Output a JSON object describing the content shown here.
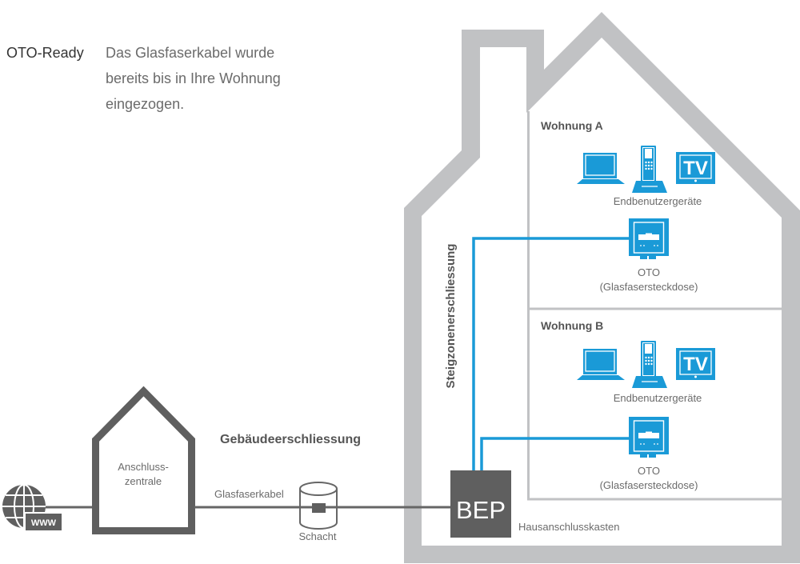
{
  "intro": {
    "term": "OTO-Ready",
    "description_lines": [
      "Das Glasfaserkabel wurde",
      "bereits bis in Ihre Wohnung",
      "eingezogen."
    ]
  },
  "outside": {
    "internet": {
      "icon": "globe-icon",
      "badge": "WWW"
    },
    "exchange": {
      "icon": "building-icon",
      "label_lines": [
        "Anschluss-",
        "zentrale"
      ]
    },
    "section_label": "Gebäudeerschliessung",
    "cable_label": "Glasfaserkabel",
    "manhole": {
      "icon": "manhole-icon",
      "label": "Schacht"
    }
  },
  "building": {
    "riser_label": "Steigzonenerschliessung",
    "bep": {
      "label": "BEP",
      "caption": "Hausanschlusskasten"
    },
    "apartments": [
      {
        "name": "Wohnung A",
        "devices": [
          "laptop-icon",
          "cordless-phone-icon",
          "tv-icon"
        ],
        "tv_label": "TV",
        "devices_label": "Endbenutzergeräte",
        "oto": {
          "icon": "oto-socket-icon",
          "label": "OTO",
          "sublabel": "(Glasfasersteckdose)"
        }
      },
      {
        "name": "Wohnung B",
        "devices": [
          "laptop-icon",
          "cordless-phone-icon",
          "tv-icon"
        ],
        "tv_label": "TV",
        "devices_label": "Endbenutzergeräte",
        "oto": {
          "icon": "oto-socket-icon",
          "label": "OTO",
          "sublabel": "(Glasfasersteckdose)"
        }
      }
    ]
  },
  "colors": {
    "fiber_blue": "#1a9ad7",
    "dark_gray": "#5f5f5f",
    "wall_gray": "#c1c2c4",
    "cable_gray": "#666666",
    "text_dark": "#333333",
    "text_mid": "#555555",
    "text_light": "#6b6b6b"
  }
}
